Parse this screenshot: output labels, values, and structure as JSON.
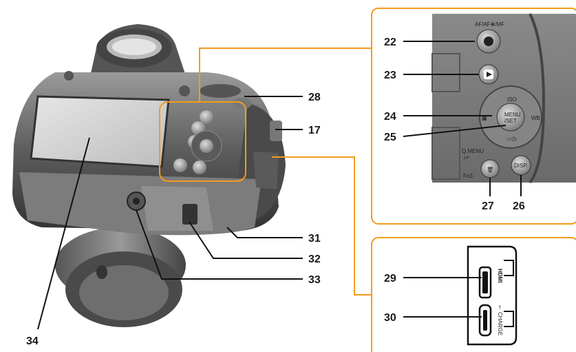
{
  "callouts": {
    "c22": "22",
    "c23": "23",
    "c24": "24",
    "c25": "25",
    "c26": "26",
    "c27": "27",
    "c28": "28",
    "c17": "17",
    "c31": "31",
    "c32": "32",
    "c33": "33",
    "c34": "34",
    "c29": "29",
    "c30": "30"
  },
  "button_labels": {
    "af": "AF/AF❀/MF",
    "iso": "ISO",
    "wb": "WB",
    "menu": "MENU",
    "set": "/SET",
    "qmenu": "Q.MENU",
    "back": "/↶",
    "fn3": "Fn3",
    "disp": "DISP.",
    "hdmi": "HDMI",
    "charge": "CHARGE"
  },
  "colors": {
    "accent": "#f39c1a",
    "leader": "#111111",
    "camera_dark": "#3a3a3a",
    "camera_mid": "#6a6a6a",
    "camera_light": "#c8c8c8"
  }
}
